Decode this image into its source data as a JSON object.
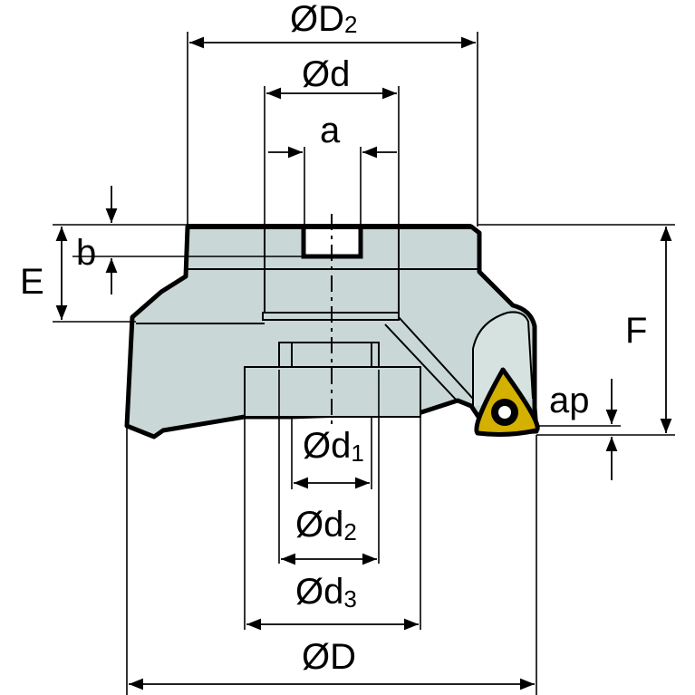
{
  "labels": {
    "D2": {
      "main": "ØD",
      "sub": "2"
    },
    "d": {
      "main": "Ød"
    },
    "a": {
      "main": "a"
    },
    "b": {
      "main": "b"
    },
    "E": {
      "main": "E"
    },
    "F": {
      "main": "F"
    },
    "ap": {
      "main": "ap"
    },
    "d1": {
      "main": "Ød",
      "sub": "1"
    },
    "d2": {
      "main": "Ød",
      "sub": "2"
    },
    "d3": {
      "main": "Ød",
      "sub": "3"
    },
    "D": {
      "main": "ØD"
    }
  },
  "colors": {
    "body_fill": "#c9d8d6",
    "outline": "#000000",
    "insert": "#d4b000",
    "background": "#ffffff"
  }
}
